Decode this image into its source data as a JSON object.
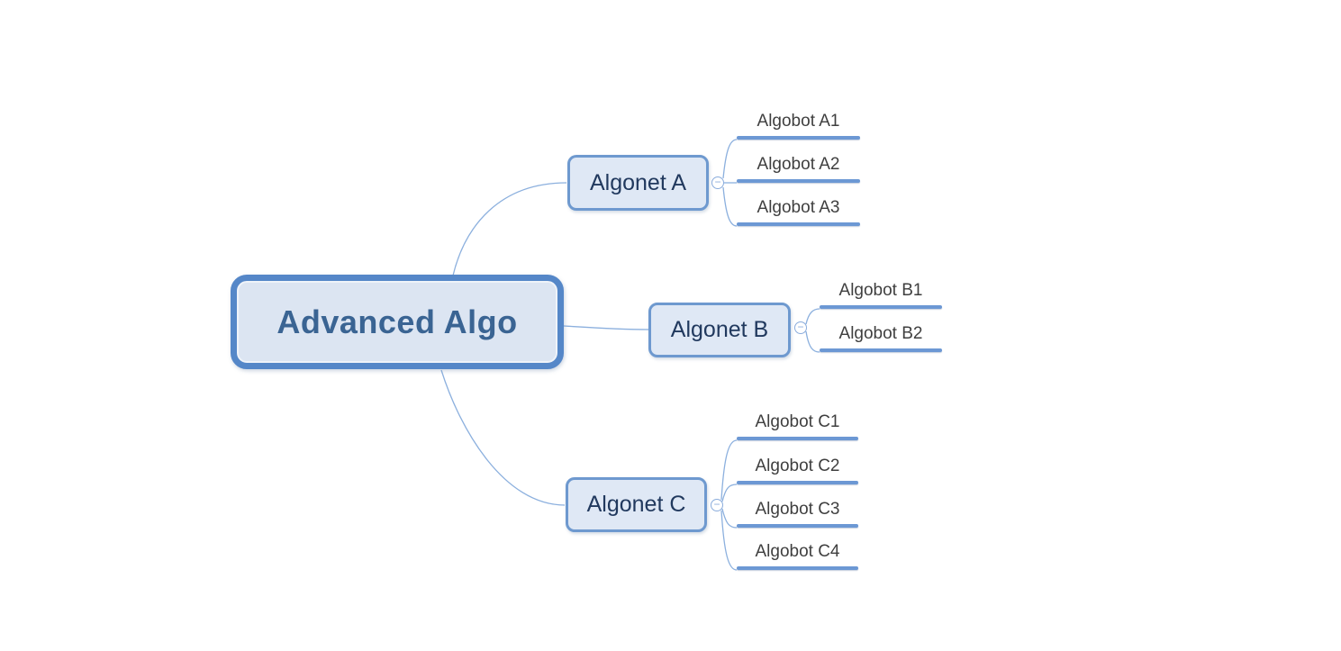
{
  "mindmap": {
    "root": {
      "label": "Advanced Algo"
    },
    "branches": [
      {
        "label": "Algonet A",
        "children": [
          {
            "label": "Algobot A1"
          },
          {
            "label": "Algobot A2"
          },
          {
            "label": "Algobot A3"
          }
        ]
      },
      {
        "label": "Algonet B",
        "children": [
          {
            "label": "Algobot B1"
          },
          {
            "label": "Algobot B2"
          }
        ]
      },
      {
        "label": "Algonet C",
        "children": [
          {
            "label": "Algobot C1"
          },
          {
            "label": "Algobot C2"
          },
          {
            "label": "Algobot C3"
          },
          {
            "label": "Algobot C4"
          }
        ]
      }
    ],
    "toggle_glyph": "−",
    "colors": {
      "root_border": "#5587c8",
      "root_fill": "#dce5f2",
      "root_text": "#3a6493",
      "branch_border": "#6e99cf",
      "branch_fill": "#dfe8f5",
      "branch_text": "#21395e",
      "leaf_text": "#3f3f3f",
      "leaf_underline": "#6c98d4",
      "connector": "#8cb0de"
    }
  }
}
